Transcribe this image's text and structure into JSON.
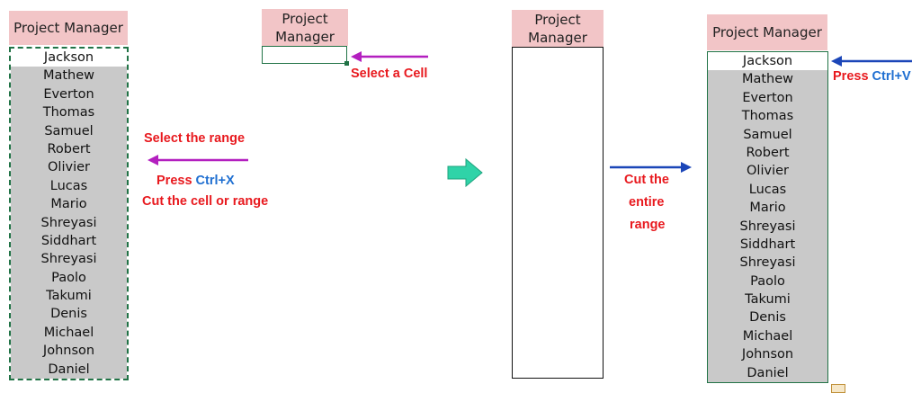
{
  "header": "Project Manager",
  "header_two_line": [
    "Project",
    "Manager"
  ],
  "names": [
    "Jackson",
    "Mathew",
    "Everton",
    "Thomas",
    "Samuel",
    "Robert",
    "Olivier",
    "Lucas",
    "Mario",
    "Shreyasi",
    "Siddhart",
    "Shreyasi",
    "Paolo",
    "Takumi",
    "Denis",
    "Michael",
    "Johnson",
    "Daniel"
  ],
  "annotations": {
    "select_range": "Select the range",
    "press": "Press",
    "ctrl_x": "Ctrl+X",
    "cut_cell": "Cut the cell or range",
    "select_cell": "Select a Cell",
    "cut_the": "Cut the",
    "entire": "entire",
    "range": "range",
    "ctrl_v": "Ctrl+V"
  },
  "colors": {
    "header_bg": "#f2c5c7",
    "selection_gray": "#c9c9c9",
    "selection_border": "#217346",
    "annotation_red": "#e8191e",
    "shortcut_blue": "#1f6fd1",
    "arrow_magenta": "#b31fbf",
    "arrow_blue": "#1b46b8",
    "arrow_teal": "#2fd3a8"
  },
  "icons": [
    "paste-options-icon"
  ]
}
